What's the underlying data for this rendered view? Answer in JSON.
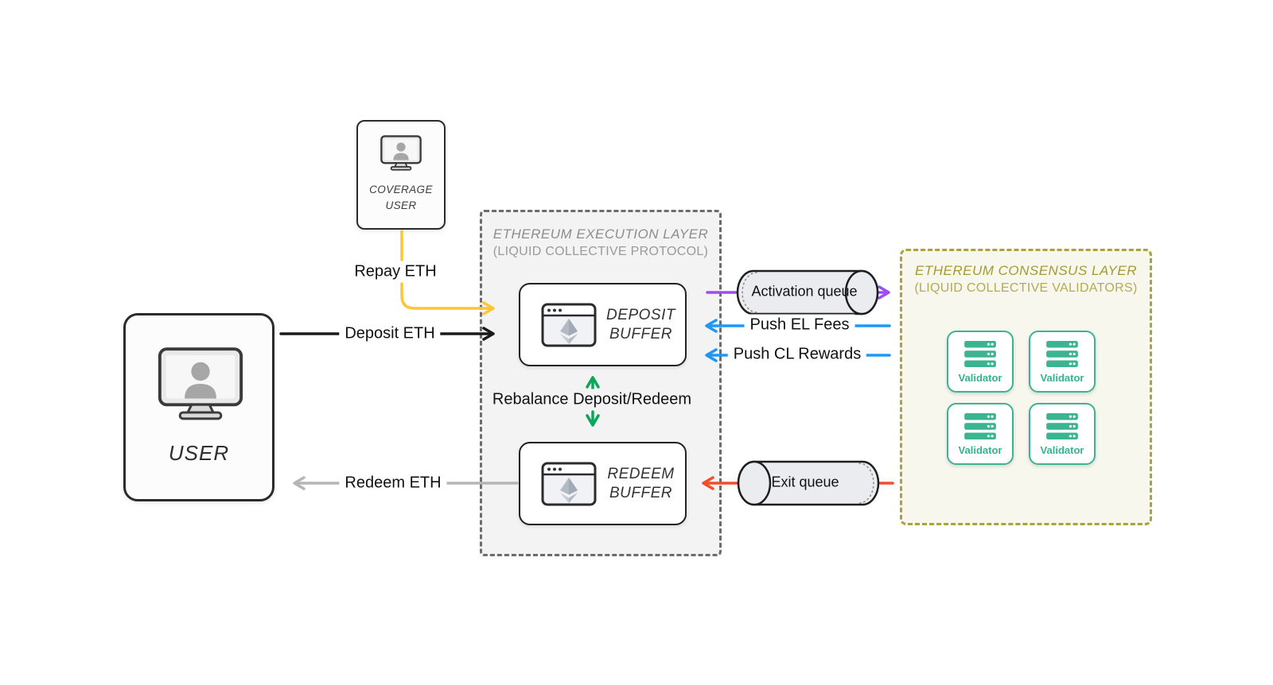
{
  "colors": {
    "repay_yellow": "#ffc633",
    "deposit_black": "#1a1a1a",
    "redeem_gray": "#b5b5b5",
    "rebalance_green": "#0aa65b",
    "activation_purple": "#9a4ef2",
    "push_blue": "#2196f3",
    "exit_red": "#f04f2a",
    "validator_teal": "#35b292",
    "consensus_olive": "#a49b2f"
  },
  "user_box": {
    "label": "USER"
  },
  "coverage_box": {
    "line1": "COVERAGE",
    "line2": "USER"
  },
  "execution_layer": {
    "title": "ETHEREUM EXECUTION LAYER",
    "subtitle": "(LIQUID COLLECTIVE PROTOCOL)",
    "deposit_buffer": {
      "line1": "DEPOSIT",
      "line2": "BUFFER"
    },
    "redeem_buffer": {
      "line1": "REDEEM",
      "line2": "BUFFER"
    }
  },
  "consensus_layer": {
    "title": "ETHEREUM CONSENSUS LAYER",
    "subtitle": "(LIQUID COLLECTIVE VALIDATORS)",
    "validators": [
      {
        "label": "Validator"
      },
      {
        "label": "Validator"
      },
      {
        "label": "Validator"
      },
      {
        "label": "Validator"
      }
    ]
  },
  "flows": {
    "repay": "Repay ETH",
    "deposit": "Deposit ETH",
    "redeem": "Redeem ETH",
    "rebalance": "Rebalance Deposit/Redeem",
    "activation_queue": "Activation queue",
    "exit_queue": "Exit queue",
    "push_el_fees": "Push EL Fees",
    "push_cl_rewards": "Push CL Rewards"
  }
}
